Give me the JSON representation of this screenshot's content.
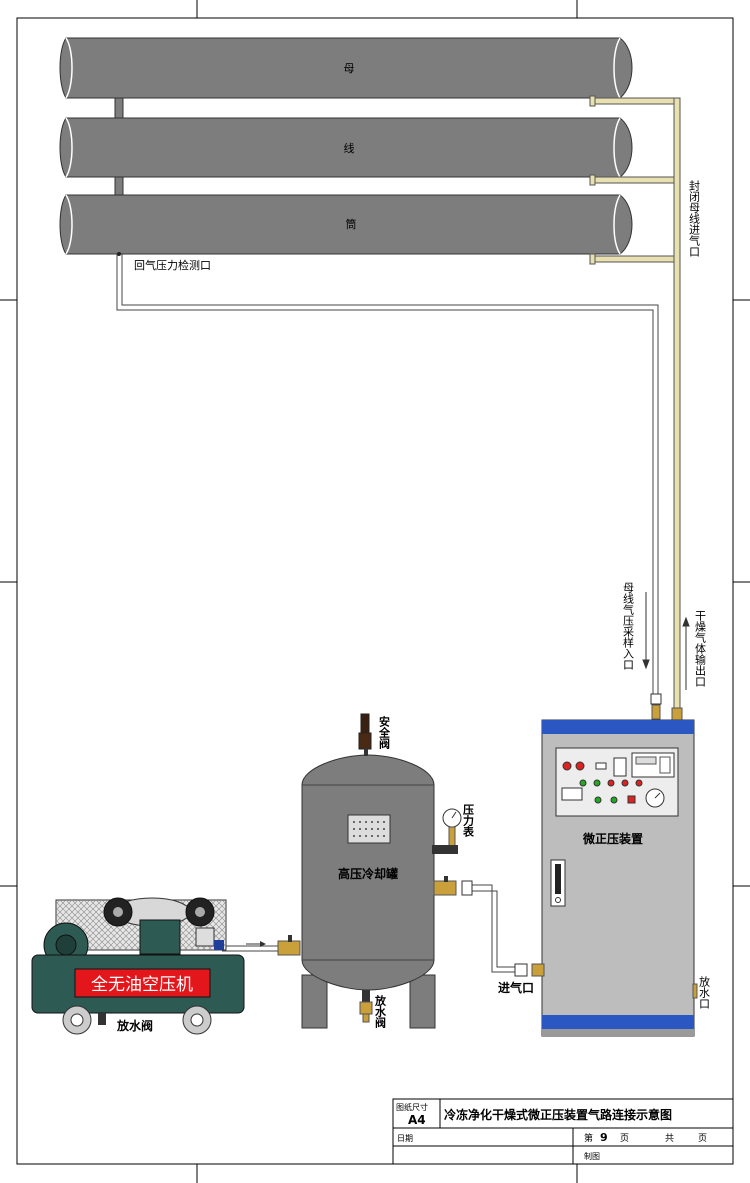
{
  "busbars": [
    {
      "label": "母"
    },
    {
      "label": "线"
    },
    {
      "label": "筒"
    }
  ],
  "labels": {
    "return_port": "回气压力检测口",
    "sealed_inlet": "封闭母线进气口",
    "sample_inlet": "母线气压采样入口",
    "dry_outlet": "干燥气体输出口",
    "safety_valve": "安全阀",
    "pressure_gauge": "压力表",
    "tank": "高压冷却罐",
    "drain_tank": "放水阀",
    "compressor": "全无油空压机",
    "drain_compressor": "放水阀",
    "air_inlet": "进气口",
    "device": "微正压装置",
    "drain_device": "放水口"
  },
  "colors": {
    "pipe": "#7d7d7d",
    "dry_line": "#e8e0b0",
    "device_body": "#bdbdbd",
    "device_band": "#2b57c2",
    "compressor_body": "#2e5a54",
    "compressor_label_bg": "#e3171b"
  },
  "title_block": {
    "size_label": "图纸尺寸",
    "size_value": "A4",
    "title": "冷冻净化干燥式微正压装置气路连接示意图",
    "date_label": "日期",
    "page_label": "第",
    "page_number": "9",
    "page_unit": "页",
    "total_label": "共",
    "total_unit": "页",
    "drawn_label": "制图"
  }
}
